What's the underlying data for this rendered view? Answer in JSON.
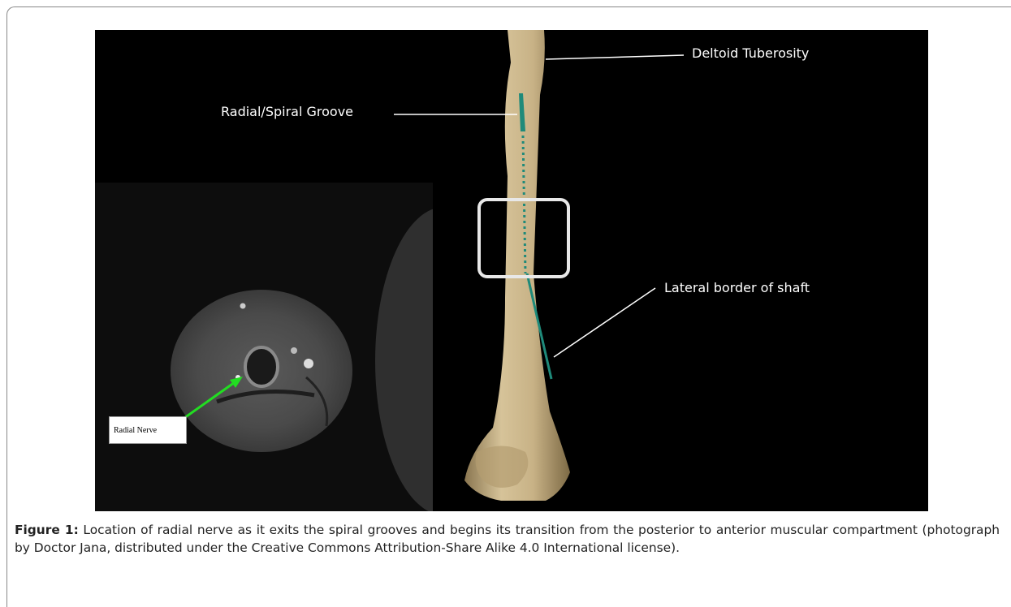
{
  "figure": {
    "labels": {
      "deltoid": "Deltoid Tuberosity",
      "groove": "Radial/Spiral Groove",
      "lateral": "Lateral border of shaft",
      "nerve": "Radial Nerve"
    },
    "colors": {
      "background": "#000000",
      "bone": "#c9b48a",
      "groove_marker": "#1f8a7a",
      "arrow": "#22dd22",
      "highlight_box": "#e8e8e8"
    }
  },
  "caption": {
    "label": "Figure 1:",
    "text": " Location of radial nerve as it exits the spiral grooves and begins its transition from the posterior to anterior muscular compartment (photograph by Doctor Jana, distributed under the Creative Commons Attribution-Share Alike 4.0 International license)."
  }
}
